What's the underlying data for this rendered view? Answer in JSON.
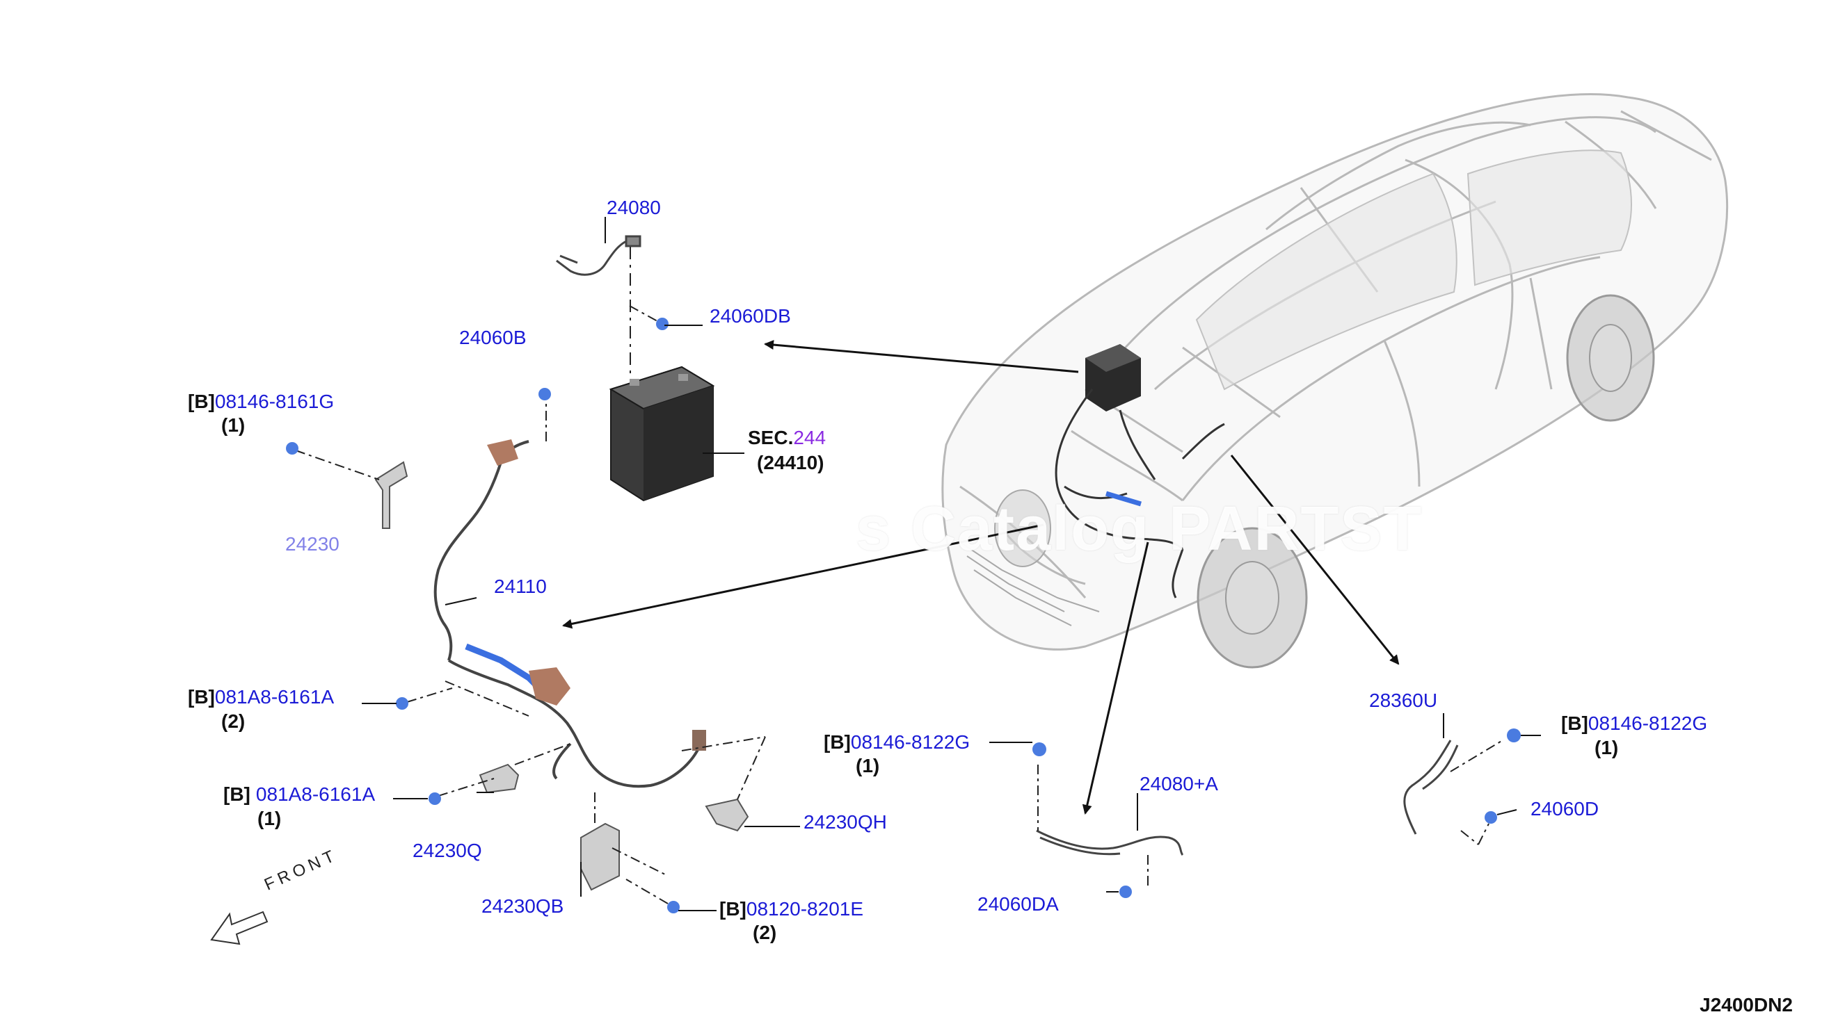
{
  "diagram": {
    "code": "J2400DN2",
    "front_label": "FRONT",
    "watermark": "s Catalog PARTST",
    "colors": {
      "part_number": "#1b1bd6",
      "section_ref": "#8a2be2",
      "cable_highlight": "#3b6fe0",
      "terminal": "#b07a62"
    },
    "callouts": {
      "p24080": "24080",
      "p24060DB": "24060DB",
      "p24060B": "24060B",
      "b1_tag": "[B]",
      "b1_pn": "08146-8161G",
      "b1_qty": "(1)",
      "sec_prefix": "SEC.",
      "sec_num": "244",
      "sec_part": "(24410)",
      "p24230_faded": "24230",
      "p24110": "24110",
      "b2_tag": "[B]",
      "b2_pn": "081A8-6161A",
      "b2_qty": "(2)",
      "b3_tag": "[B]",
      "b3_pn": "081A8-6161A",
      "b3_qty": "(1)",
      "p24230Q": "24230Q",
      "p24230QH": "24230QH",
      "p24230QB": "24230QB",
      "b4_tag": "[B]",
      "b4_pn": "08120-8201E",
      "b4_qty": "(2)",
      "b5_tag": "[B]",
      "b5_pn": "08146-8122G",
      "b5_qty": "(1)",
      "p24080A": "24080+A",
      "p24060DA": "24060DA",
      "p28360U": "28360U",
      "b6_tag": "[B]",
      "b6_pn": "08146-8122G",
      "b6_qty": "(1)",
      "p24060D": "24060D"
    }
  }
}
